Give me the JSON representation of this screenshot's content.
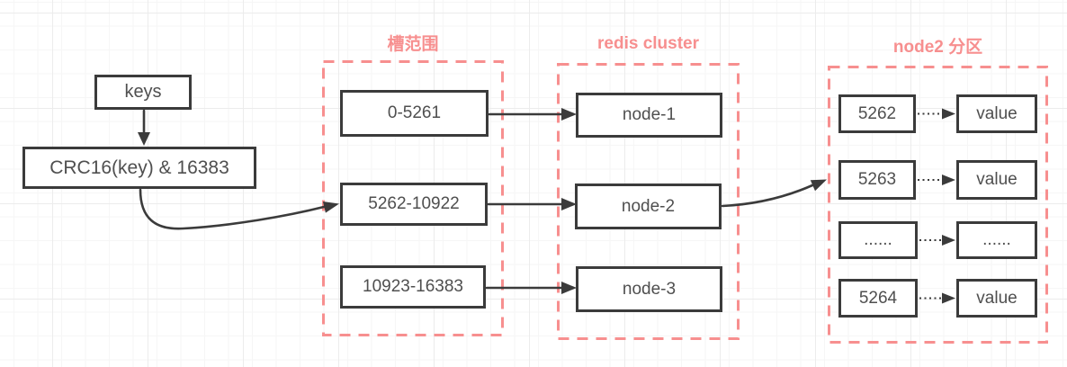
{
  "diagram": {
    "keys_box": "keys",
    "crc_box": "CRC16(key) & 16383",
    "slot_group": {
      "title": "槽范围",
      "items": [
        "0-5261",
        "5262-10922",
        "10923-16383"
      ]
    },
    "cluster_group": {
      "title": "redis cluster",
      "items": [
        "node-1",
        "node-2",
        "node-3"
      ]
    },
    "partition_group": {
      "title": "node2 分区",
      "rows": [
        {
          "key": "5262",
          "value": "value"
        },
        {
          "key": "5263",
          "value": "value"
        },
        {
          "key": "......",
          "value": "......"
        },
        {
          "key": "5264",
          "value": "value"
        }
      ]
    },
    "colors": {
      "accent": "#f78f8f",
      "border": "#3b3b3b",
      "text": "#4f4f4f"
    }
  }
}
